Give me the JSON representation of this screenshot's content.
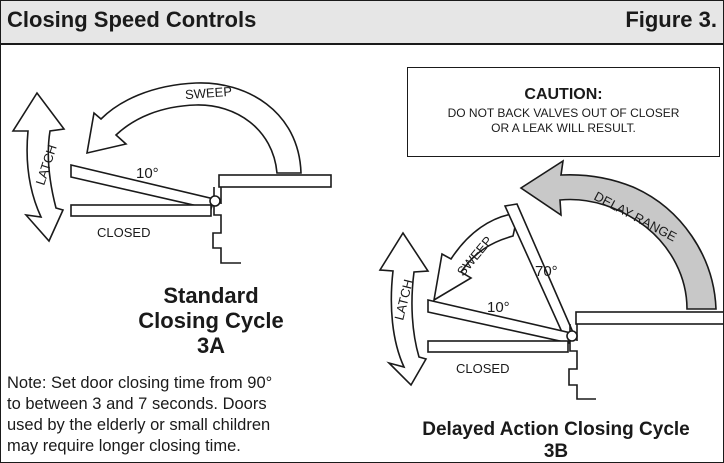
{
  "header": {
    "title": "Closing Speed Controls",
    "figure": "Figure 3."
  },
  "caution": {
    "title": "CAUTION:",
    "line1": "DO NOT BACK VALVES OUT OF CLOSER",
    "line2": "OR A LEAK WILL RESULT."
  },
  "diagram_a": {
    "sweep": "SWEEP",
    "latch": "LATCH",
    "angle": "10°",
    "closed": "CLOSED",
    "caption": [
      "Standard",
      "Closing Cycle",
      "3A"
    ]
  },
  "diagram_b": {
    "sweep": "SWEEP",
    "latch": "LATCH",
    "delay_range": "DELAY RANGE",
    "angle_70": "70°",
    "angle_10": "10°",
    "closed": "CLOSED",
    "caption": [
      "Delayed Action Closing Cycle",
      "3B"
    ]
  },
  "note": {
    "lines": [
      "Note: Set door closing time from 90°",
      "to between 3 and 7 seconds. Doors",
      "used by the elderly or small children",
      "may require longer closing time."
    ]
  },
  "colors": {
    "line": "#1a1a1a",
    "header_bg": "#e6e6e6",
    "delay_fill": "#c8c8c8",
    "background": "#ffffff"
  }
}
